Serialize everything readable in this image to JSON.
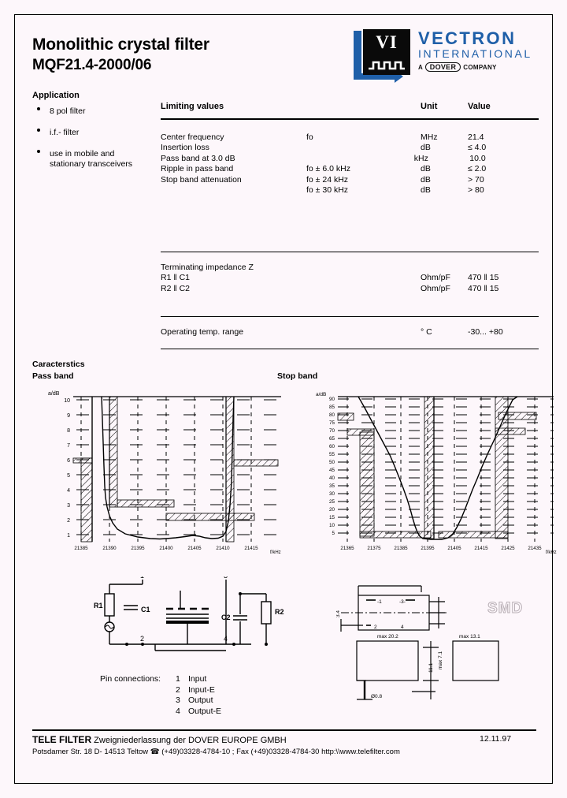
{
  "header": {
    "title_line1": "Monolithic crystal filter",
    "title_line2": "MQF21.4-2000/06"
  },
  "logo": {
    "mark_text": "VI",
    "brand": "VECTRON",
    "sub": "INTERNATIONAL",
    "tag_a": "A",
    "tag_dover": "DOVER",
    "tag_company": "COMPANY"
  },
  "application": {
    "heading": "Application",
    "items": [
      "8  pol filter",
      "i.f.- filter",
      "use in mobile and stationary transceivers"
    ]
  },
  "spec_table": {
    "headers": {
      "name": "Limiting values",
      "cond": "",
      "unit": "Unit",
      "value": "Value"
    },
    "rows": [
      {
        "name": "Center frequency",
        "cond": "fo",
        "unit": "MHz",
        "value": "21.4"
      },
      {
        "name": "Insertion loss",
        "cond": "",
        "unit": "dB",
        "value": "≤ 4.0"
      },
      {
        "name": "Pass band at 3.0 dB",
        "cond": "",
        "unit": "kHz",
        "value": "10.0",
        "indent": true
      },
      {
        "name": "Ripple in pass band",
        "cond": "fo ±  6.0 kHz",
        "unit": "dB",
        "value": "≤ 2.0"
      },
      {
        "name": "Stop band attenuation",
        "cond": "fo ± 24  kHz",
        "unit": "dB",
        "value": "> 70"
      },
      {
        "name": "",
        "cond": "fo ± 30  kHz",
        "unit": "dB",
        "value": "> 80"
      }
    ],
    "impedance_rows": [
      {
        "name": "Terminating impedance Z",
        "cond": "",
        "unit": "",
        "value": ""
      },
      {
        "name": "R1 ‖ C1",
        "cond": "",
        "unit": "Ohm/pF",
        "value": "470 ‖ 15"
      },
      {
        "name": "R2 ‖ C2",
        "cond": "",
        "unit": "Ohm/pF",
        "value": "470 ‖ 15"
      }
    ],
    "temp_row": {
      "name": "Operating temp. range",
      "cond": "",
      "unit": "° C",
      "value": "-30... +80"
    }
  },
  "characteristics": {
    "heading": "Caracterstics",
    "pass_label": "Pass band",
    "stop_label": "Stop band"
  },
  "chart_data": [
    {
      "type": "line",
      "title": "Pass band",
      "xlabel": "f/kHz",
      "ylabel": "a/dB",
      "xlim": [
        21382.5,
        21417.5
      ],
      "ylim": [
        10.8,
        0
      ],
      "xticks": [
        21385,
        21390,
        21395,
        21400,
        21405,
        21410,
        21415
      ],
      "yticks": [
        10,
        9,
        8,
        7,
        6,
        5,
        4,
        3,
        2,
        1
      ],
      "grid": true,
      "series": [
        {
          "name": "attenuation",
          "x": [
            21386.6,
            21387.0,
            21387.4,
            21387.9,
            21388.2,
            21388.6,
            21389.0,
            21389.6,
            21390.4,
            21391.5,
            21393.0,
            21395.0,
            21397.0,
            21398.5,
            21400.0,
            21401.5,
            21403.0,
            21404.5,
            21405.8,
            21407.0,
            21408.0,
            21409.0,
            21410.0,
            21411.0,
            21411.8,
            21412.4,
            21412.9,
            21413.3
          ],
          "y": [
            10.8,
            9.0,
            7.2,
            5.6,
            4.1,
            3.2,
            2.5,
            1.9,
            1.5,
            1.2,
            1.0,
            0.75,
            0.6,
            0.55,
            0.6,
            0.5,
            0.45,
            0.55,
            0.8,
            0.95,
            0.8,
            0.6,
            0.55,
            0.8,
            1.4,
            2.6,
            5.0,
            10.8
          ]
        }
      ],
      "limit_masks": "hatched limit zones: left vertical bar near 21385 (a≤6 dB), upper-left region, 3 dB plateau band near center, 2 dB ripple band, right vertical bar near 21415"
    },
    {
      "type": "line",
      "title": "Stop band",
      "xlabel": "f/kHz",
      "ylabel": "a/dB",
      "xlim": [
        21360,
        21440
      ],
      "ylim": [
        92,
        0
      ],
      "xticks": [
        21365,
        21375,
        21385,
        21395,
        21405,
        21415,
        21425,
        21435
      ],
      "yticks": [
        90,
        85,
        80,
        75,
        70,
        65,
        60,
        55,
        50,
        45,
        40,
        35,
        30,
        25,
        20,
        15,
        10,
        5
      ],
      "grid": true,
      "series": [
        {
          "name": "attenuation",
          "x": [
            21369.0,
            21372.0,
            21375.0,
            21378.0,
            21381.0,
            21384.0,
            21386.0,
            21388.0,
            21389.5,
            21390.5,
            21391.2,
            21391.8,
            21392.5,
            21393.2,
            21410.5,
            21411.5,
            21412.5,
            21413.5,
            21415.0,
            21417.0,
            21419.0,
            21421.0,
            21423.5,
            21426.0,
            21429.0,
            21432.0
          ],
          "y": [
            92,
            83,
            74,
            65,
            56,
            46,
            39,
            31,
            24,
            16,
            10,
            5,
            2,
            1,
            1,
            3,
            8,
            14,
            21,
            30,
            38,
            46,
            55,
            65,
            76,
            90
          ]
        }
      ],
      "limit_masks": "hatched limit zones: 80 dB block left of 21370, 70 dB block 21372–21378, 5 dB baseline block across pass region, 80/70 dB blocks right of 21420"
    }
  ],
  "circuit": {
    "r1": "R1",
    "c1": "C1",
    "c2": "C2",
    "r2": "R2",
    "p1": "1",
    "p2": "2",
    "p3": "3",
    "p4": "4"
  },
  "pin_connections": {
    "label": "Pin connections:",
    "rows": [
      {
        "no": "1",
        "name": "Input"
      },
      {
        "no": "2",
        "name": "Input-E"
      },
      {
        "no": "3",
        "name": "Output"
      },
      {
        "no": "4",
        "name": "Output-E"
      }
    ]
  },
  "mechanical": {
    "watermark": "SMD",
    "p1": "1",
    "p2": "2",
    "p3": "3",
    "p4": "4",
    "dim_width": "max 20.2",
    "dim_depth": "max 13.1",
    "dim_height": "max 7.1",
    "dim_lead": "ø0.8",
    "dim_a": "3.4",
    "dim_b": "11.1"
  },
  "footer": {
    "company": "TELE FILTER",
    "subtitle": "Zweigniederlassung der DOVER EUROPE GMBH",
    "date": "12.11.97",
    "address": "Potsdamer Str. 18   D- 14513  Teltow    ☎ (+49)03328-4784-10 ; Fax (+49)03328-4784-30  http:\\\\www.telefilter.com"
  }
}
